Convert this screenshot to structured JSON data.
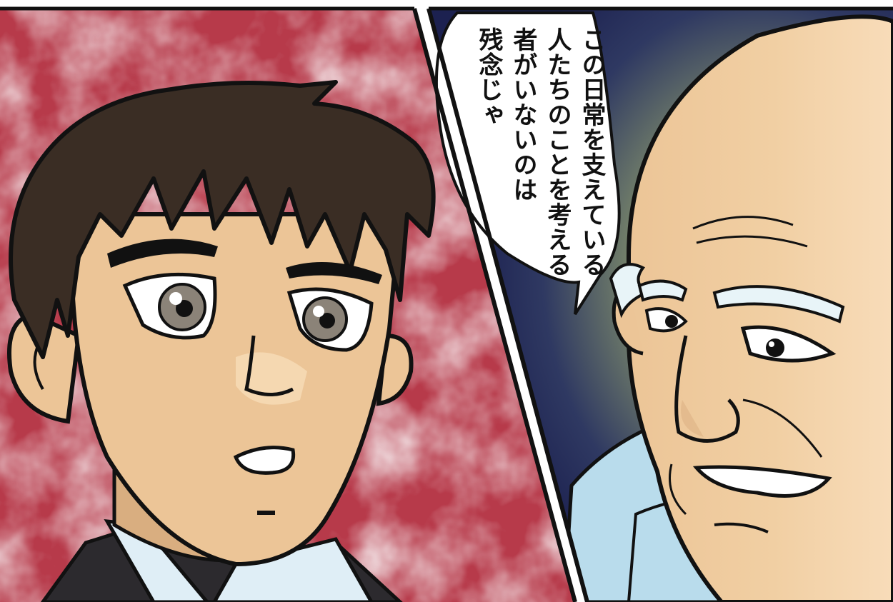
{
  "panels": {
    "left": {
      "background_color": "#b73a4a",
      "character": "young-man"
    },
    "right": {
      "background_color": "#1c2150",
      "glow_color": "#f2ee9a",
      "character": "bald-old-man"
    }
  },
  "speech_bubble": {
    "lines": [
      "この日常を支えている",
      "人たちのことを考える",
      "者がいないのは",
      "残念じゃ"
    ]
  },
  "colors": {
    "skin": "#ecc597",
    "skin_light": "#f7dcb8",
    "hair_dark": "#3a2d24",
    "shirt_blue": "#b9dcec",
    "suit": "#2c2a2e",
    "ink": "#111111"
  }
}
